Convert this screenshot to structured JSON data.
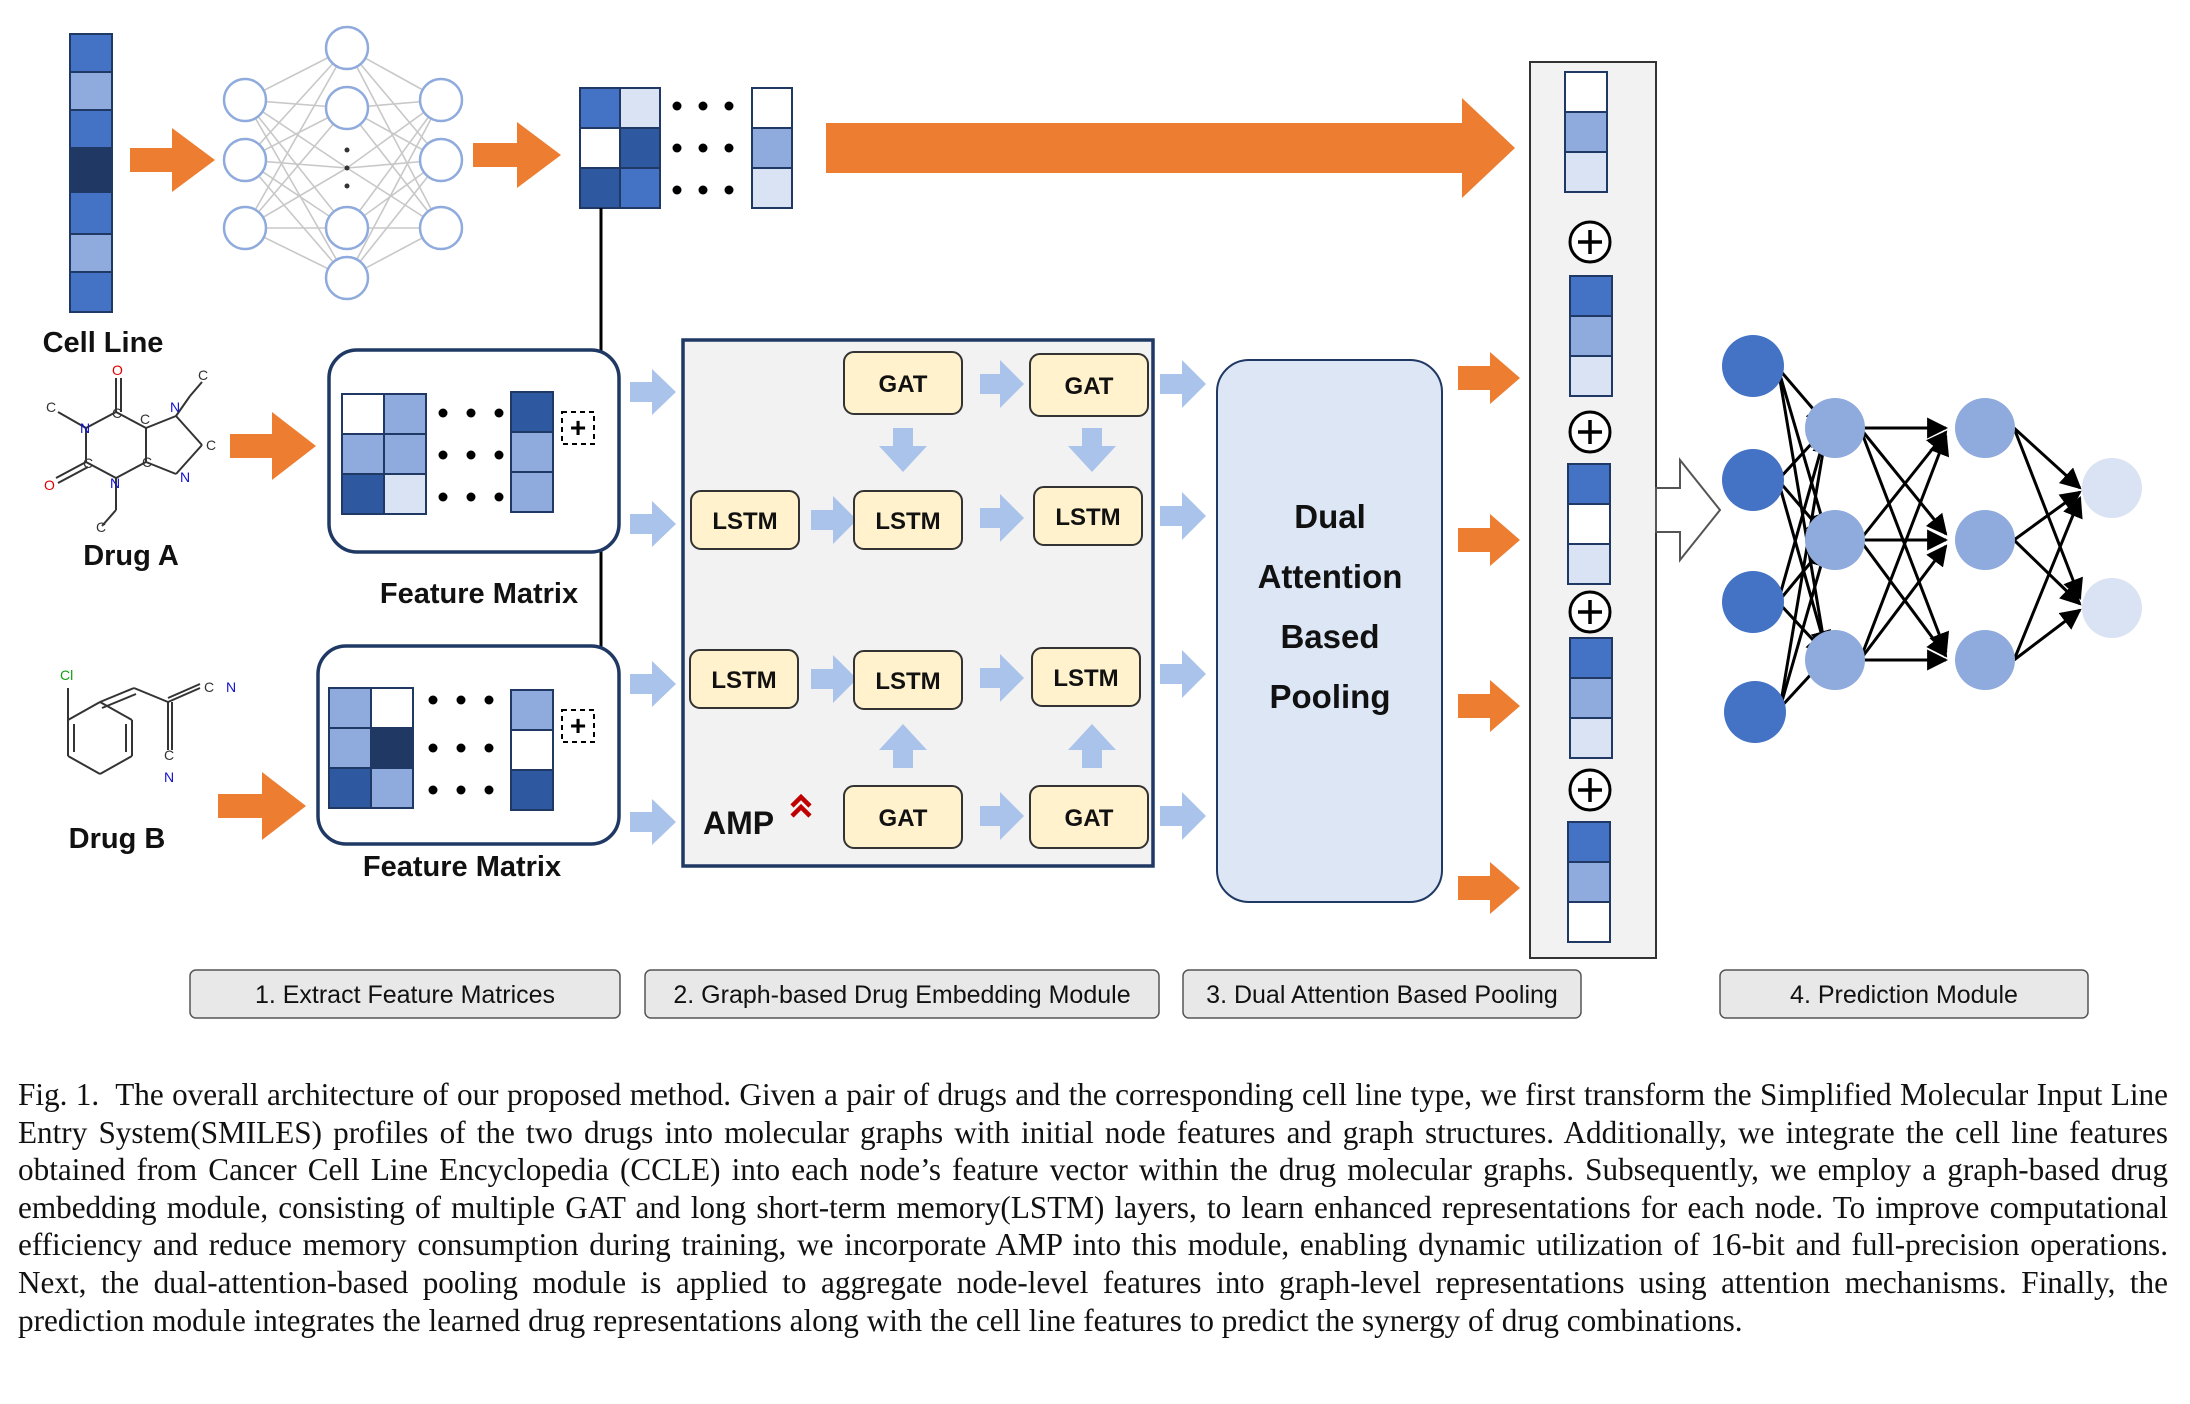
{
  "labels": {
    "cell_line": "Cell Line",
    "drug_a": "Drug A",
    "drug_b": "Drug B",
    "feature_matrix_a": "Feature Matrix",
    "feature_matrix_b": "Feature Matrix",
    "gat": "GAT",
    "lstm": "LSTM",
    "amp": "AMP",
    "pooling_line1": "Dual",
    "pooling_line2": "Attention",
    "pooling_line3": "Based",
    "pooling_line4": "Pooling",
    "plus_symbol": "+"
  },
  "stages": [
    "1. Extract Feature Matrices",
    "2. Graph-based Drug Embedding Module",
    "3. Dual Attention Based Pooling",
    "4. Prediction Module"
  ],
  "caption": {
    "label": "Fig. 1.",
    "text": "The overall architecture of our proposed method. Given a pair of drugs and the corresponding cell line type, we first transform the Simplified Molecular Input Line Entry System(SMILES) profiles of the two drugs into molecular graphs with initial node features and graph structures. Additionally, we integrate the cell line features obtained from Cancer Cell Line Encyclopedia (CCLE) into each node’s feature vector within the drug molecular graphs. Subsequently, we employ a graph-based drug embedding module, consisting of multiple GAT and long short-term memory(LSTM) layers, to learn enhanced representations for each node. To improve computational efficiency and reduce memory consumption during training, we incorporate AMP into this module, enabling dynamic utilization of 16-bit and full-precision operations. Next, the dual-attention-based pooling module is applied to aggregate node-level features into graph-level representations using attention mechanisms. Finally, the prediction module integrates the learned drug representations along with the cell line features to predict the synergy of drug combinations."
  },
  "molecule_atoms": {
    "drug_a": [
      "O",
      "O",
      "N",
      "N",
      "N",
      "N",
      "C",
      "C",
      "C",
      "C",
      "C",
      "C",
      "C",
      "C"
    ],
    "drug_b": [
      "Cl",
      "N",
      "N",
      "C",
      "C",
      "C",
      "C",
      "C",
      "C",
      "C",
      "C",
      "C",
      "C"
    ]
  },
  "colors": {
    "orange": "#ED7D31",
    "light_arrow": "#A9C3EA",
    "dark_blue": "#2E58A0",
    "mid_blue": "#4472C4",
    "light_blue": "#8FAADC",
    "pale_blue": "#DAE3F3",
    "darkest_blue": "#1F3864",
    "white": "#FFFFFF",
    "module_fill": "#F2F2F2",
    "pooling_fill": "#DCE6F4",
    "layer_fill": "#FFF2CC",
    "stage_fill": "#E8E8E8"
  }
}
